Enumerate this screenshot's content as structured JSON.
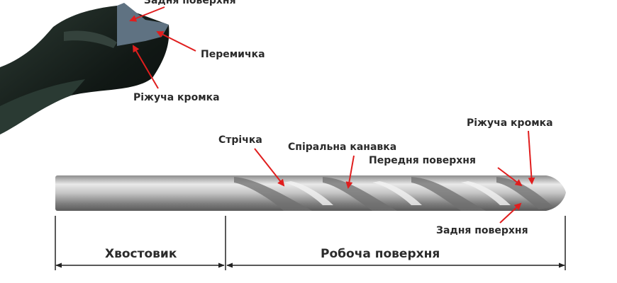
{
  "labels": {
    "closeup_back_surface": "Задня поверхня",
    "closeup_web": "Перемичка",
    "closeup_cutting_edge": "Ріжуча кромка",
    "margin": "Стрічка",
    "spiral_flute": "Спіральна канавка",
    "front_surface": "Передня поверхня",
    "cutting_edge": "Ріжуча кромка",
    "back_surface": "Задня поверхня",
    "shank": "Хвостовик",
    "working_part": "Робоча поверхня"
  },
  "colors": {
    "arrow": "#e01e1e",
    "text": "#2b2b2b",
    "closeup_drill": "#16201c",
    "closeup_face": "#5f7282",
    "drill_steel": "#b9b9b9"
  }
}
